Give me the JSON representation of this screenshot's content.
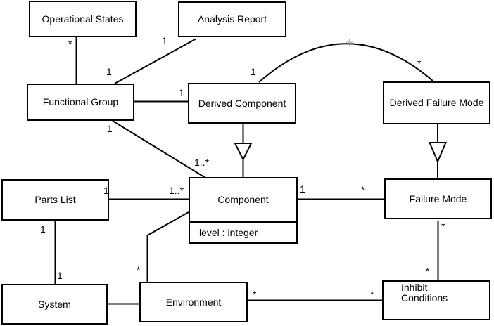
{
  "diagram": {
    "kind": "uml-class-diagram",
    "colors": {
      "line": "#000000",
      "box_fill": "#ffffff",
      "background": "#ffffff",
      "text": "#000000"
    },
    "classes": [
      {
        "name": "Operational States"
      },
      {
        "name": "Analysis Report"
      },
      {
        "name": "Functional Group"
      },
      {
        "name": "Derived Component"
      },
      {
        "name": "Derived Failure Mode"
      },
      {
        "name": "Parts List"
      },
      {
        "name": "Component",
        "attributes": [
          "level : integer"
        ]
      },
      {
        "name": "Failure Mode"
      },
      {
        "name": "System"
      },
      {
        "name": "Environment"
      },
      {
        "name": "Inhibit Conditions"
      }
    ],
    "edges": [
      {
        "a": "Operational States",
        "b": "Functional Group",
        "type": "association",
        "a_mult": "*",
        "b_mult": "1"
      },
      {
        "a": "Functional Group",
        "b": "Analysis Report",
        "type": "association",
        "b_mult": "1"
      },
      {
        "a": "Functional Group",
        "b": "Derived Component",
        "type": "association",
        "b_mult": "1"
      },
      {
        "a": "Functional Group",
        "b": "Component",
        "type": "association",
        "a_mult": "1",
        "b_mult": "1..*"
      },
      {
        "a": "Derived Component",
        "b": "Derived Failure Mode",
        "type": "association",
        "a_mult": "1",
        "b_mult": "*"
      },
      {
        "a": "Derived Component",
        "b": "Component",
        "type": "generalization"
      },
      {
        "a": "Derived Failure Mode",
        "b": "Failure Mode",
        "type": "generalization"
      },
      {
        "a": "Parts List",
        "b": "Component",
        "type": "association",
        "a_mult": "1",
        "b_mult": "1..*"
      },
      {
        "a": "Component",
        "b": "Failure Mode",
        "type": "association",
        "a_mult": "1",
        "b_mult": "*"
      },
      {
        "a": "Parts List",
        "b": "System",
        "type": "association",
        "a_mult": "1",
        "b_mult": "1"
      },
      {
        "a": "Component",
        "b": "Environment",
        "type": "association",
        "b_mult": "*"
      },
      {
        "a": "System",
        "b": "Environment",
        "type": "association"
      },
      {
        "a": "Environment",
        "b": "Inhibit Conditions",
        "type": "association",
        "a_mult": "*",
        "b_mult": "*"
      },
      {
        "a": "Failure Mode",
        "b": "Inhibit Conditions",
        "type": "association",
        "a_mult": "*",
        "b_mult": "*"
      }
    ]
  }
}
